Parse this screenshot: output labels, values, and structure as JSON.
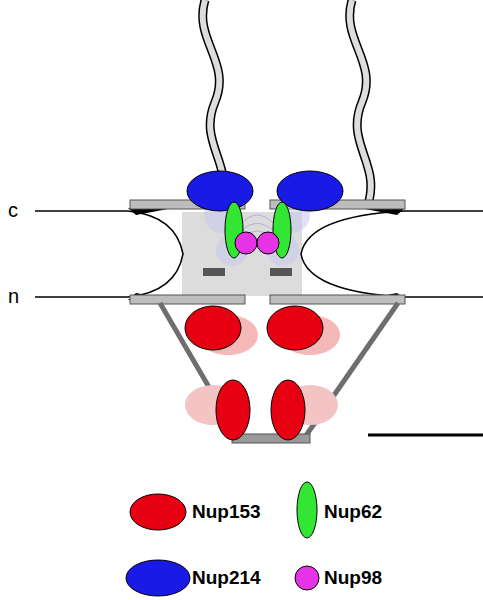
{
  "diagram": {
    "labels": [
      "c",
      "n"
    ],
    "legend": [
      {
        "text": "Nup153",
        "color": "#e60012"
      },
      {
        "text": "Nup62",
        "color": "#33e633"
      },
      {
        "text": "Nup214",
        "color": "#1a1ae6"
      },
      {
        "text": "Nup98",
        "color": "#e633e6"
      }
    ]
  }
}
